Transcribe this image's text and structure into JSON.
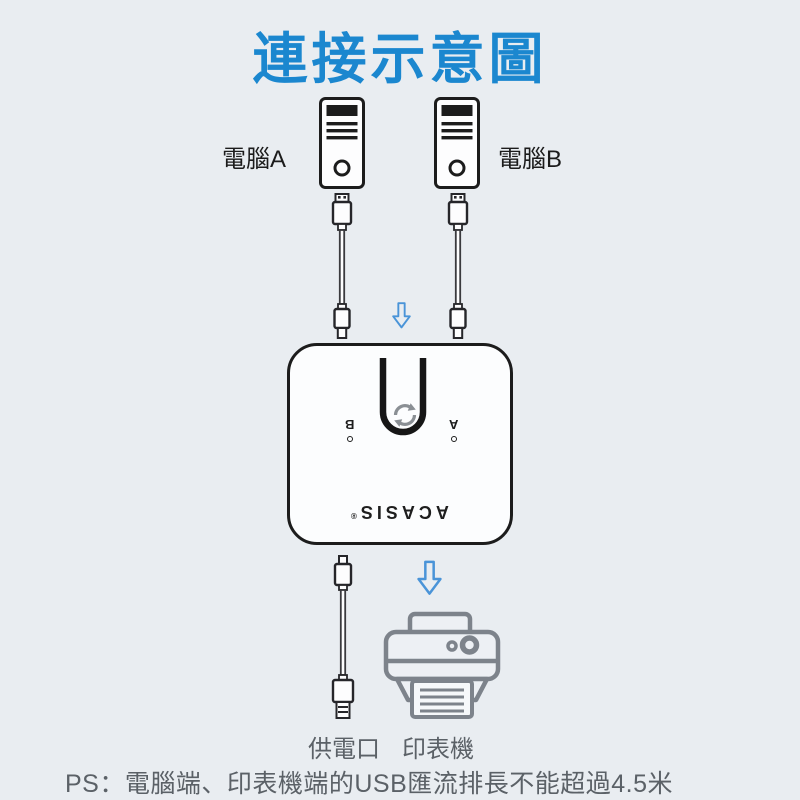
{
  "title": {
    "text": "連接示意圖"
  },
  "labels": {
    "computer_a": "電腦A",
    "computer_b": "電腦B",
    "power_port": "供電口",
    "printer": "印表機"
  },
  "device": {
    "port_b": "B",
    "port_a": "A",
    "brand": "ACASIS",
    "reg": "®"
  },
  "note": {
    "text": "PS：電腦端、印表機端的USB匯流排長不能超過4.5米"
  },
  "icons": {
    "computer_a": "computer-tower-icon",
    "computer_b": "computer-tower-icon",
    "usb_cable_a": "usb-cable-icon",
    "usb_cable_b": "usb-cable-icon",
    "arrow_top": "down-arrow-icon",
    "arrow_bottom": "down-arrow-icon",
    "switch_button": "u-switch-button-icon",
    "sync": "sync-rotate-icon",
    "power_cable": "usb-power-cable-icon",
    "printer": "printer-icon"
  },
  "colors": {
    "background": "#e9edf1",
    "title_blue": "#1b87cf",
    "arrow_blue": "#4a94d8",
    "line_dark": "#1f1f1f",
    "icon_gray": "#7d838b",
    "text_gray": "#5b6167"
  }
}
